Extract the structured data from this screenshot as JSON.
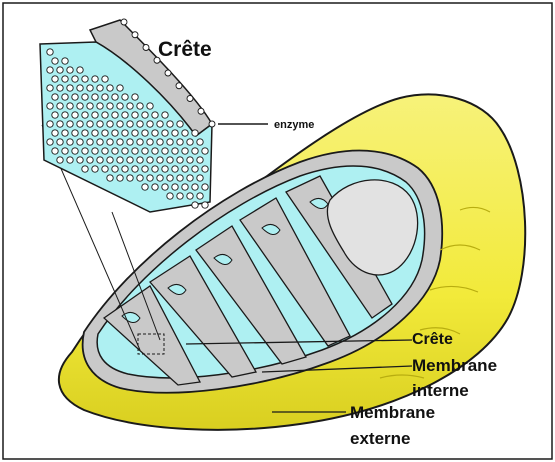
{
  "labels": {
    "crete_top": "Crête",
    "enzyme": "enzyme",
    "crete": "Crête",
    "membrane_interne_1": "Membrane",
    "membrane_interne_2": "interne",
    "membrane_externe_1": "Membrane",
    "membrane_externe_2": "externe"
  },
  "colors": {
    "outer_membrane": "#f2ea3a",
    "matrix": "#aef0f2",
    "intermembrane": "#c9c9c9",
    "crest_inside": "#e2e2e2",
    "enzyme_dot": "#ffffff",
    "line": "#1a1a1a"
  },
  "icons": {
    "enzyme": "enzyme-particle-circle"
  }
}
